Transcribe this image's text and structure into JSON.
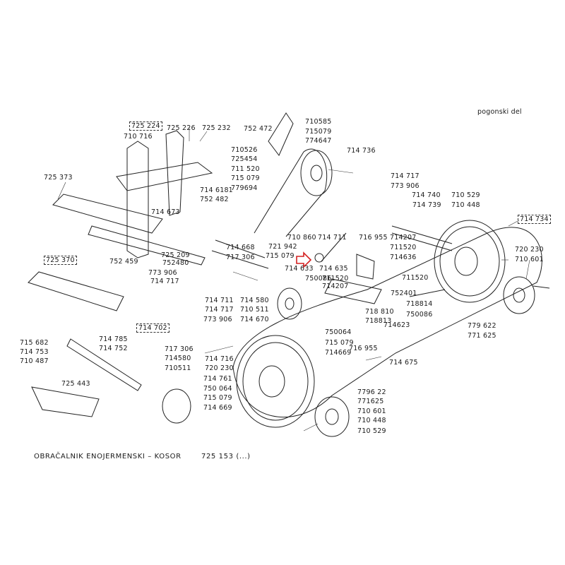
{
  "header": {
    "section": "pogonski del"
  },
  "footer": {
    "title": "OBRAČALNIK ENOJERMENSKI – KOSOR",
    "code": "725 153 (...)"
  },
  "callouts": [
    {
      "id": "c1",
      "text": "725 224",
      "boxed": true
    },
    {
      "id": "c2",
      "text": "725 226",
      "boxed": false
    },
    {
      "id": "c3",
      "text": "725 232",
      "boxed": false
    },
    {
      "id": "c4",
      "text": "710 716",
      "boxed": false
    },
    {
      "id": "c5",
      "text": "725 373",
      "boxed": false
    },
    {
      "id": "c6",
      "text": "714 6181",
      "boxed": false
    },
    {
      "id": "c7",
      "text": "714 673",
      "boxed": false
    },
    {
      "id": "c8",
      "text": "752 482",
      "boxed": false
    },
    {
      "id": "c9",
      "text": "725 370",
      "boxed": true
    },
    {
      "id": "c10",
      "text": "725 209",
      "boxed": false
    },
    {
      "id": "c11",
      "text": "752480",
      "boxed": false
    },
    {
      "id": "c12",
      "text": "752 459",
      "boxed": false
    },
    {
      "id": "c13",
      "text": "773 906",
      "boxed": false
    },
    {
      "id": "c14",
      "text": "714 717",
      "boxed": false
    },
    {
      "id": "c15",
      "text": "714 668",
      "boxed": false
    },
    {
      "id": "c16",
      "text": "717 306",
      "boxed": false
    },
    {
      "id": "c17",
      "text": "714 711",
      "boxed": false
    },
    {
      "id": "c18",
      "text": "714 717",
      "boxed": false
    },
    {
      "id": "c19",
      "text": "773 906",
      "boxed": false
    },
    {
      "id": "c20",
      "text": "714 702",
      "boxed": true
    },
    {
      "id": "c21",
      "text": "714 580",
      "boxed": false
    },
    {
      "id": "c22",
      "text": "710 511",
      "boxed": false
    },
    {
      "id": "c23",
      "text": "714 670",
      "boxed": false
    },
    {
      "id": "c24",
      "text": "714 785",
      "boxed": false
    },
    {
      "id": "c25",
      "text": "715 682",
      "boxed": false
    },
    {
      "id": "c26",
      "text": "714 753",
      "boxed": false
    },
    {
      "id": "c27",
      "text": "714 752",
      "boxed": false
    },
    {
      "id": "c28",
      "text": "710 487",
      "boxed": false
    },
    {
      "id": "c29",
      "text": "717 306",
      "boxed": false
    },
    {
      "id": "c30",
      "text": "714580",
      "boxed": false
    },
    {
      "id": "c31",
      "text": "710511",
      "boxed": false
    },
    {
      "id": "c32",
      "text": "714 716",
      "boxed": false
    },
    {
      "id": "c33",
      "text": "720 230",
      "boxed": false
    },
    {
      "id": "c34",
      "text": "725 443",
      "boxed": false
    },
    {
      "id": "c35",
      "text": "714 761",
      "boxed": false
    },
    {
      "id": "c36",
      "text": "750 064",
      "boxed": false
    },
    {
      "id": "c37",
      "text": "715 079",
      "boxed": false
    },
    {
      "id": "c38",
      "text": "714 669",
      "boxed": false
    },
    {
      "id": "c39",
      "text": "752 472",
      "boxed": false
    },
    {
      "id": "c40",
      "text": "710585",
      "boxed": false
    },
    {
      "id": "c41",
      "text": "715079",
      "boxed": false
    },
    {
      "id": "c42",
      "text": "774647",
      "boxed": false
    },
    {
      "id": "c43",
      "text": "710526",
      "boxed": false
    },
    {
      "id": "c44",
      "text": "725454",
      "boxed": false
    },
    {
      "id": "c45",
      "text": "711 520",
      "boxed": false
    },
    {
      "id": "c46",
      "text": "715 079",
      "boxed": false
    },
    {
      "id": "c47",
      "text": "779694",
      "boxed": false
    },
    {
      "id": "c48",
      "text": "714 736",
      "boxed": false
    },
    {
      "id": "c49",
      "text": "714 717",
      "boxed": false
    },
    {
      "id": "c50",
      "text": "773 906",
      "boxed": false
    },
    {
      "id": "c51",
      "text": "714 740",
      "boxed": false
    },
    {
      "id": "c52",
      "text": "714 739",
      "boxed": false
    },
    {
      "id": "c53",
      "text": "710 529",
      "boxed": false
    },
    {
      "id": "c54",
      "text": "710 448",
      "boxed": false
    },
    {
      "id": "c55",
      "text": "714 734",
      "boxed": true
    },
    {
      "id": "c56",
      "text": "721 942",
      "boxed": false
    },
    {
      "id": "c57",
      "text": "715 079",
      "boxed": false
    },
    {
      "id": "c58",
      "text": "710 860",
      "boxed": false
    },
    {
      "id": "c59",
      "text": "714 711",
      "boxed": false
    },
    {
      "id": "c60",
      "text": "716 955",
      "boxed": false
    },
    {
      "id": "c61",
      "text": "714207",
      "boxed": false
    },
    {
      "id": "c62",
      "text": "711520",
      "boxed": false
    },
    {
      "id": "c63",
      "text": "714636",
      "boxed": false
    },
    {
      "id": "c64",
      "text": "720 230",
      "boxed": false
    },
    {
      "id": "c65",
      "text": "710 601",
      "boxed": false
    },
    {
      "id": "c66",
      "text": "714 633",
      "boxed": false
    },
    {
      "id": "c67",
      "text": "714 635",
      "boxed": false
    },
    {
      "id": "c68",
      "text": "750086",
      "boxed": false
    },
    {
      "id": "c69",
      "text": "711520",
      "boxed": false
    },
    {
      "id": "c70",
      "text": "714207",
      "boxed": false
    },
    {
      "id": "c71",
      "text": "711520",
      "boxed": false
    },
    {
      "id": "c72",
      "text": "752401",
      "boxed": false
    },
    {
      "id": "c73",
      "text": "718 810",
      "boxed": false
    },
    {
      "id": "c74",
      "text": "718814",
      "boxed": false
    },
    {
      "id": "c75",
      "text": "750086",
      "boxed": false
    },
    {
      "id": "c76",
      "text": "718813",
      "boxed": false
    },
    {
      "id": "c77",
      "text": "714623",
      "boxed": false
    },
    {
      "id": "c78",
      "text": "779 622",
      "boxed": false
    },
    {
      "id": "c79",
      "text": "771 625",
      "boxed": false
    },
    {
      "id": "c80",
      "text": "750064",
      "boxed": false
    },
    {
      "id": "c81",
      "text": "715 079",
      "boxed": false
    },
    {
      "id": "c82",
      "text": "714669",
      "boxed": false
    },
    {
      "id": "c83",
      "text": "716 955",
      "boxed": false
    },
    {
      "id": "c84",
      "text": "714 675",
      "boxed": false
    },
    {
      "id": "c85",
      "text": "7796 22",
      "boxed": false
    },
    {
      "id": "c86",
      "text": "771625",
      "boxed": false
    },
    {
      "id": "c87",
      "text": "710 601",
      "boxed": false
    },
    {
      "id": "c88",
      "text": "710 448",
      "boxed": false
    },
    {
      "id": "c89",
      "text": "710 529",
      "boxed": false
    }
  ],
  "colors": {
    "ink": "#1a1a1a",
    "marker": "#d42020",
    "paper": "#ffffff"
  }
}
